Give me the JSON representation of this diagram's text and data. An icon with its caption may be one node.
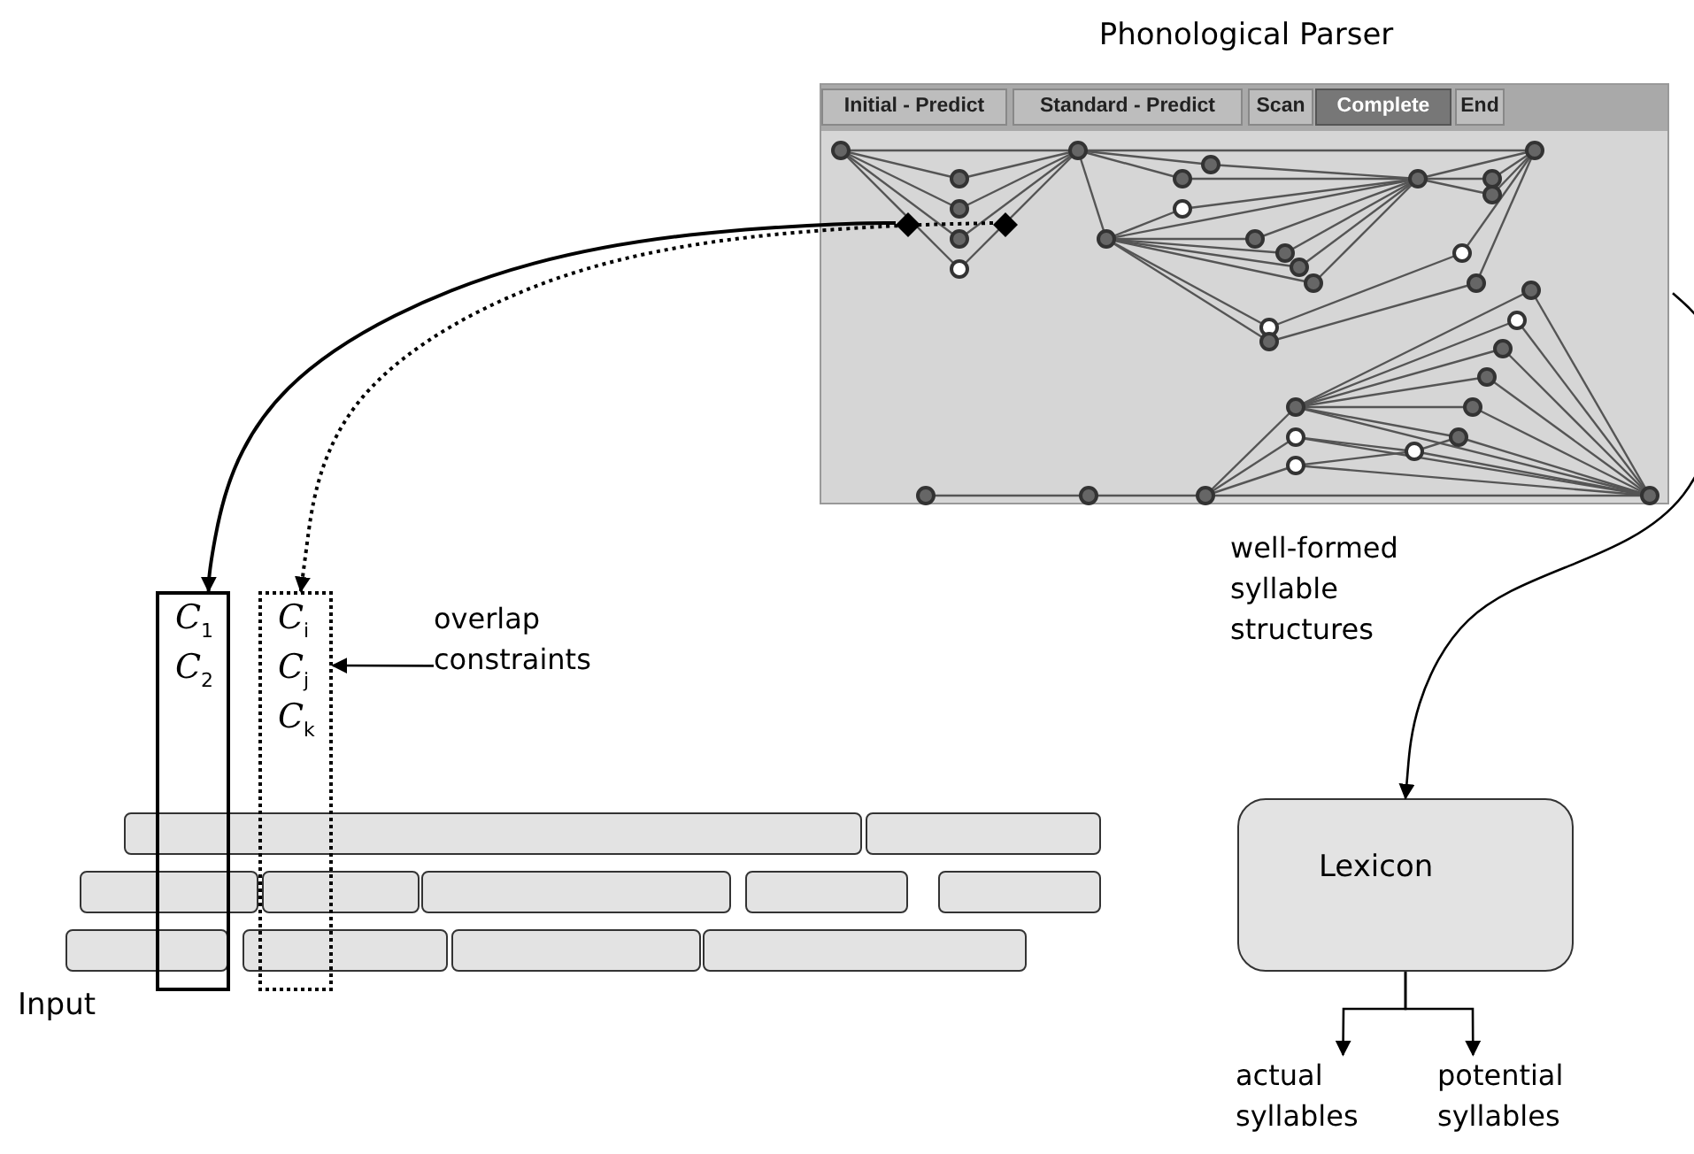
{
  "diagram": {
    "nodes": [
      {
        "text": [
          "Phonological Parser"
        ]
      },
      {
        "text": [
          "Initial - Predict"
        ],
        "in": 0
      },
      {
        "text": [
          "Standard - Predict"
        ],
        "in": 0
      },
      {
        "text": [
          "Scan"
        ],
        "in": 0
      },
      {
        "text": [
          "Complete"
        ],
        "in": 0
      },
      {
        "text": [
          "End"
        ],
        "in": 0
      },
      {
        "text": [],
        "shape": "diamond",
        "in": 0
      },
      {
        "text": [],
        "shape": "diamond",
        "in": 0
      },
      {
        "text": [
          "C$_{1}$",
          "C$_{2}$"
        ]
      },
      {
        "text": [
          "C$_{i}$",
          "C$_{j}$",
          "C$_{k}$"
        ]
      },
      {
        "text": [
          "overlap constraints"
        ]
      },
      {
        "text": [
          "Lexicon"
        ]
      },
      {
        "text": [
          "actual syllables"
        ]
      },
      {
        "text": [
          "potential syllables"
        ]
      },
      {
        "text": [],
        "shape": "bar"
      },
      {
        "text": [],
        "shape": "bar"
      },
      {
        "text": [],
        "shape": "bar"
      },
      {
        "text": [],
        "shape": "bar"
      },
      {
        "text": [],
        "shape": "bar"
      },
      {
        "text": [],
        "shape": "bar"
      },
      {
        "text": [],
        "shape": "bar"
      },
      {
        "text": [],
        "shape": "bar"
      },
      {
        "text": [],
        "shape": "bar"
      },
      {
        "text": [],
        "shape": "bar"
      },
      {
        "text": [],
        "shape": "bar"
      }
    ],
    "edges": [
      {
        "from": 6,
        "to": 8,
        "arrow": "to"
      },
      {
        "from": 7,
        "to": 9,
        "arrow": "to",
        "style": "dashed"
      },
      {
        "from": 10,
        "to": 9,
        "arrow": "to"
      },
      {
        "from": 0,
        "to": 11,
        "arrow": "to",
        "label": "well-formed syllable structures"
      },
      {
        "from": 11,
        "to": 12,
        "arrow": "to"
      },
      {
        "from": 11,
        "to": 13,
        "arrow": "to"
      }
    ],
    "labels": [
      "Input"
    ]
  }
}
